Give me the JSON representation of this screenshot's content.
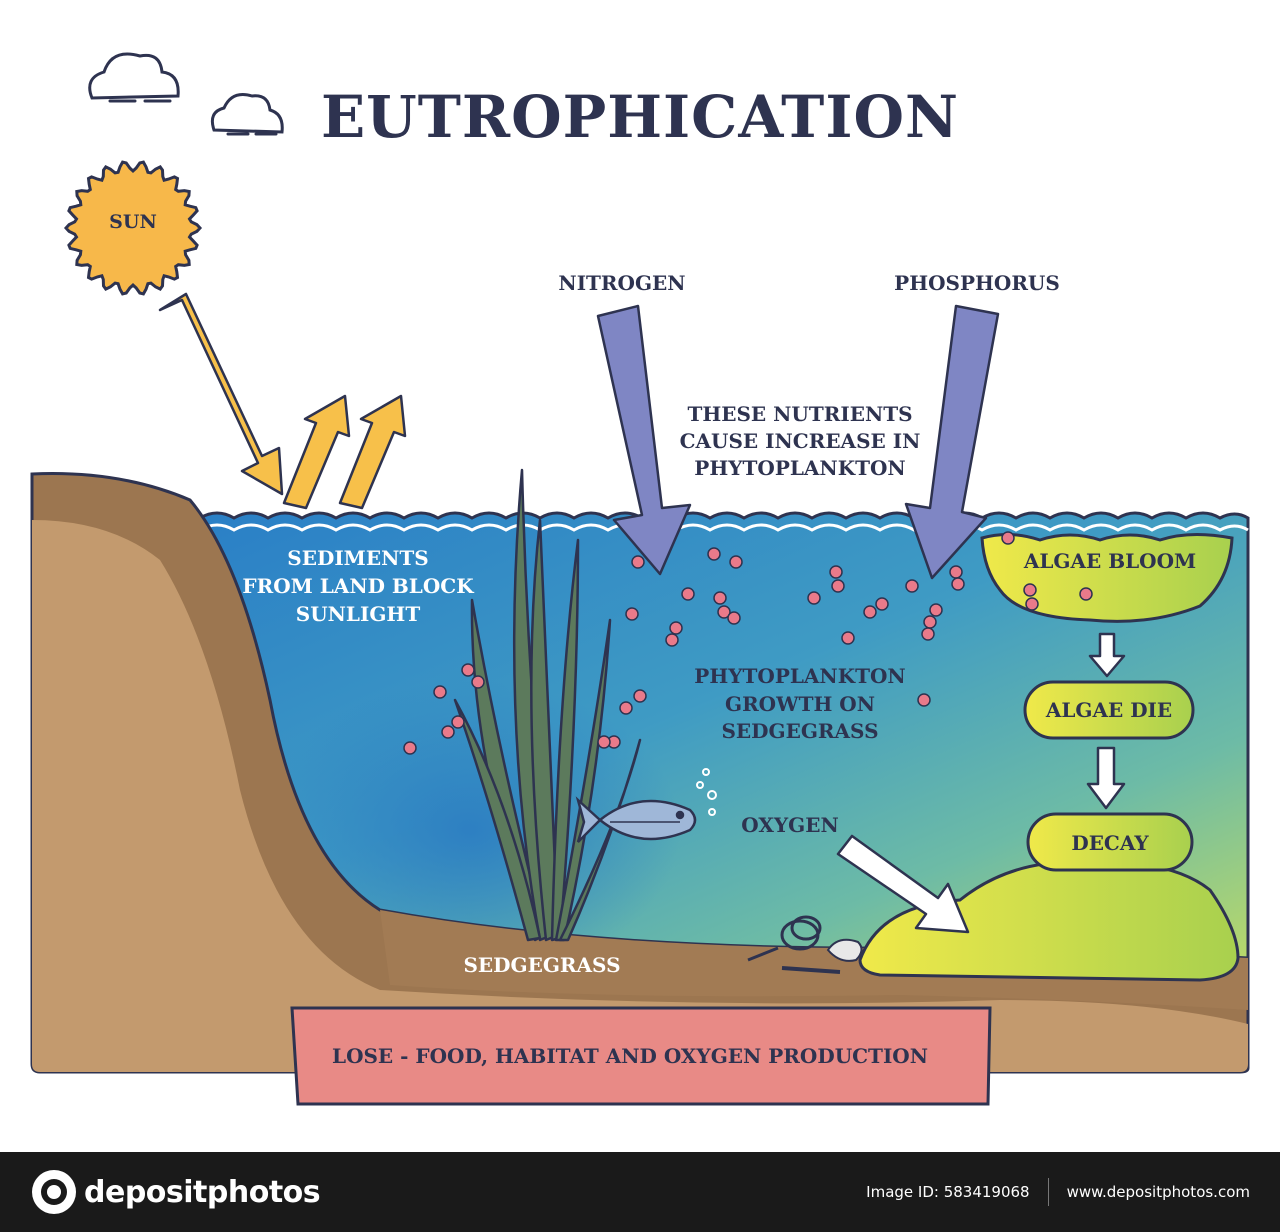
{
  "title": "EUTROPHICATION",
  "labels": {
    "sun": "SUN",
    "nitrogen": "NITROGEN",
    "phosphorus": "PHOSPHORUS",
    "nutrients_line1": "THESE NUTRIENTS",
    "nutrients_line2": "CAUSE INCREASE IN",
    "nutrients_line3": "PHYTOPLANKTON",
    "sediments_line1": "SEDIMENTS",
    "sediments_line2": "FROM LAND BLOCK",
    "sediments_line3": "SUNLIGHT",
    "phyto_line1": "PHYTOPLANKTON",
    "phyto_line2": "GROWTH ON",
    "phyto_line3": "SEDGEGRASS",
    "oxygen": "OXYGEN",
    "sedgegrass": "SEDGEGRASS",
    "algae_bloom": "ALGAE BLOOM",
    "algae_die": "ALGAE DIE",
    "decay": "DECAY",
    "lose": "LOSE - FOOD, HABITAT AND OXYGEN PRODUCTION"
  },
  "footer": {
    "brand": "depositphotos",
    "image_id": "Image ID: 583419068",
    "site": "www.depositphotos.com"
  },
  "colors": {
    "ink": "#2e3350",
    "sun": "#f7b84a",
    "sun_arrow": "#f7c04a",
    "nutrient_arrow": "#7f86c4",
    "water_deep": "#2e86c8",
    "water_light": "#7cc4a8",
    "soil": "#9c7650",
    "soil_light": "#c39a6e",
    "algae": "#dbe23e",
    "plankton": "#e97a8a",
    "lose_box": "#e88a86"
  },
  "icons": [
    "cloud-icon",
    "sun-icon",
    "fish-icon",
    "skeleton-icon",
    "camera-icon"
  ]
}
